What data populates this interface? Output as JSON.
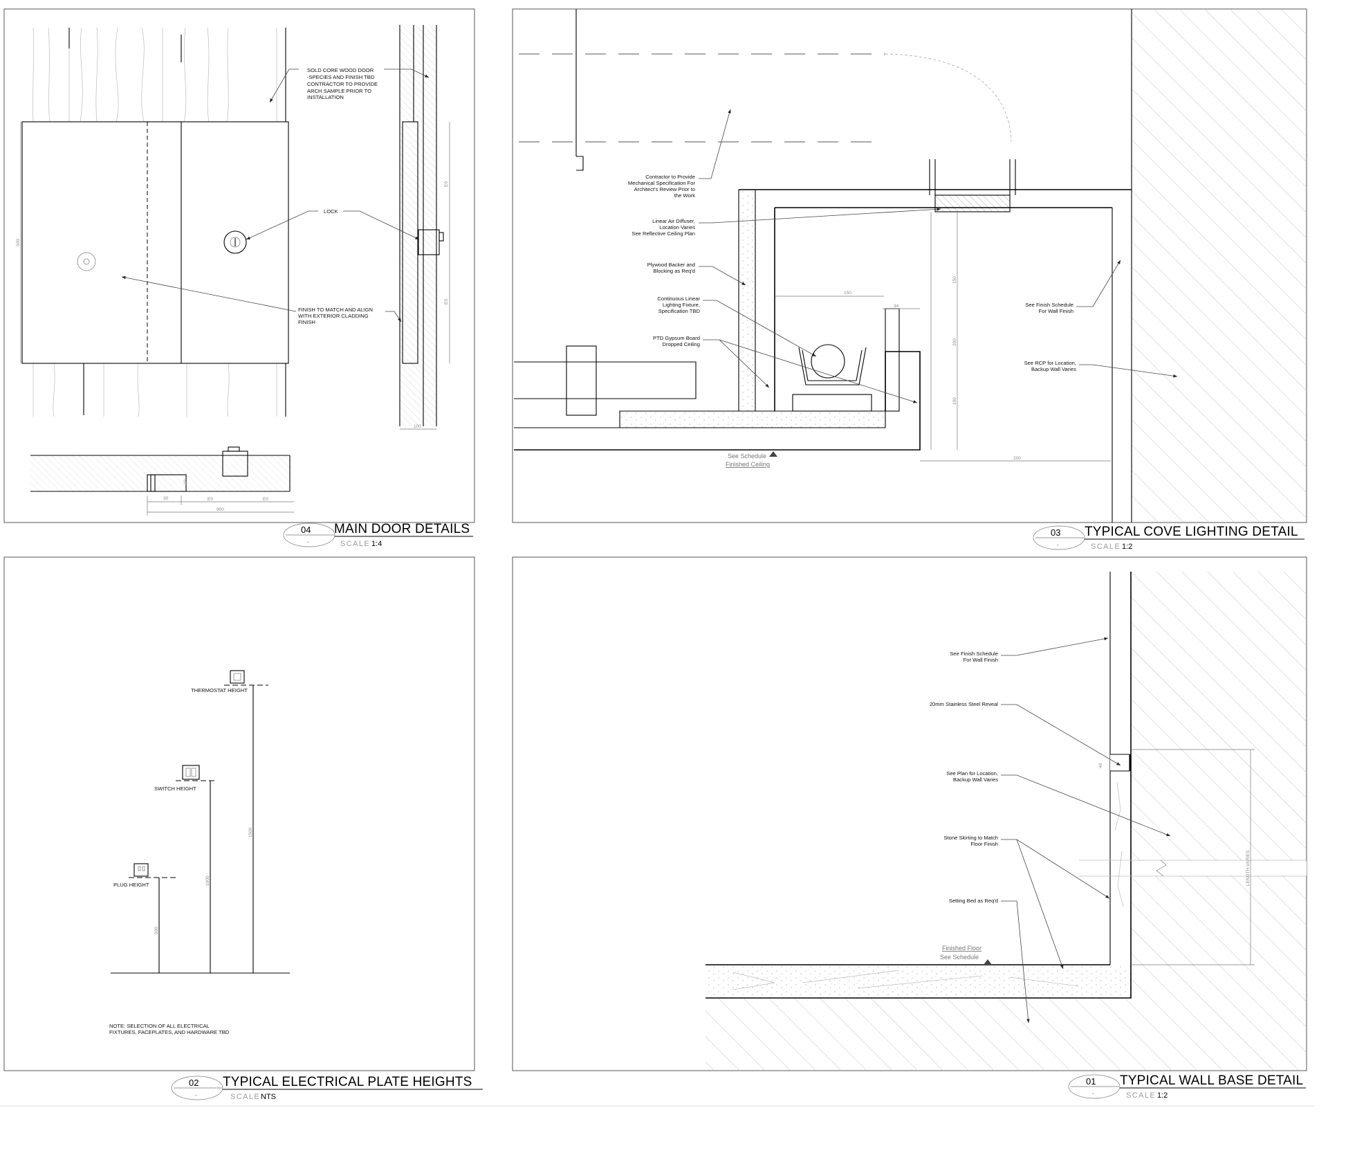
{
  "details": {
    "d04": {
      "number": "04",
      "title": "MAIN DOOR DETAILS",
      "scale_label": "SCALE",
      "scale_value": "1:4",
      "notes": {
        "door_1": "SOLD CORE WOOD DOOR",
        "door_2": "-SPECIES AND FINISH TBD",
        "door_3": "CONTRACTOR TO PROVIDE",
        "door_4": "ARCH SAMPLE PRIOR TO",
        "door_5": "INSTALLATION",
        "lock": "LOCK",
        "finish_1": "FINISH TO MATCH AND ALIGN",
        "finish_2": "WITH EXTERIOR CLADDING",
        "finish_3": "FINISH"
      }
    },
    "d03": {
      "number": "03",
      "title": "TYPICAL COVE LIGHTING DETAIL",
      "scale_label": "SCALE",
      "scale_value": "1:2",
      "notes": {
        "contractor_1": "Contractor to Provide",
        "contractor_2": "Mechanical Specification For",
        "contractor_3": "Architect's Review Prior to",
        "contractor_4": "the Work",
        "diffuser_1": "Linear Air Diffuser,",
        "diffuser_2": "Location Varies",
        "diffuser_3": "See Reflective Ceiling Plan",
        "plywood_1": "Plywood Backer and",
        "plywood_2": "Blocking as Req'd",
        "lighting_1": "Continuous Linear",
        "lighting_2": "Lighting Fixture,",
        "lighting_3": "Specification TBD",
        "gypsum_1": "PTD Gypsum Board",
        "gypsum_2": "Dropped Ceiling",
        "wallfinish_1": "See Finish Schedule",
        "wallfinish_2": "For Wall Finish",
        "rcp_1": "See RCP for Location,",
        "rcp_2": "Backup Wall Varies",
        "ceiling_1": "See Schedule",
        "ceiling_2": "Finished Ceiling"
      }
    },
    "d02": {
      "number": "02",
      "title": "TYPICAL  ELECTRICAL  PLATE HEIGHTS",
      "scale_label": "SCALE",
      "scale_value": "NTS",
      "notes": {
        "thermostat": "THERMOSTAT HEIGHT",
        "switch": "SWITCH HEIGHT",
        "plug": "PLUG HEIGHT",
        "note_1": "NOTE: SELECTION OF ALL ELECTRICAL",
        "note_2": "FIXTURES, FACEPLATES,  AND HARDWARE TBD"
      }
    },
    "d01": {
      "number": "01",
      "title": "TYPICAL WALL BASE DETAIL",
      "scale_label": "SCALE",
      "scale_value": "1:2",
      "notes": {
        "wallfinish_1": "See Finish Schedule",
        "wallfinish_2": "For Wall Finish",
        "reveal": "20mm Stainless Steel Reveal",
        "plan_1": "See Plan for Location,",
        "plan_2": "Backup Wall Varies",
        "stone_1": "Stone Skirting to Match",
        "stone_2": "Floor Finish",
        "setting": "Setting Bed as Req'd",
        "floor_1": "Finished Floor",
        "floor_2": "See Schedule"
      }
    }
  },
  "colors": {
    "line": "#000000",
    "leader": "#444444",
    "dimension": "#8a8a8a",
    "frame": "#555555"
  }
}
